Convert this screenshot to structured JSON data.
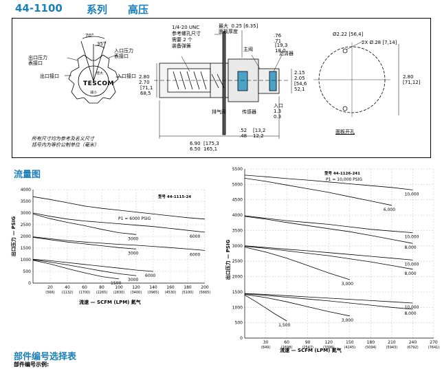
{
  "header": {
    "model": "44-1100",
    "series": "系列",
    "pressure": "高压"
  },
  "drawing": {
    "labels": {
      "angle70": "70°",
      "angle35": "35°",
      "outlet_gauge": "出口压力\n表接口",
      "inlet_gauge": "入口压力\n表接口",
      "outlet_port": "出口接口",
      "inlet_port": "入口接口",
      "increase": "增大",
      "decrease": "减小",
      "logo": "TESCOM",
      "thread": "1/4-20 UNC\n参考螺孔尺寸\n需要 2 个\n装备弹簧",
      "panel_max": "最大  0.25 [6.35]\n面板厚度",
      "main_valve": "主阀",
      "filter": "滤清器",
      "vent_valve": "排气阀",
      "sensor": "传感器",
      "inlet": "入口",
      "d222": "Ø2.22 [56,4]",
      "holes": "2X Ø.28 [7,14]",
      "panel_hole": "面板开孔",
      "d280": "2.80\n2.70",
      "d280mm": "[71,1\n68,5",
      "dim_76": ".76\n.71",
      "dim_76mm": "[19,3\n18,0",
      "dim_215": "2.15\n2.05",
      "dim_215mm": "[54,6\n52,1",
      "dim_13": "1.3\n0.3",
      "dim_52": ".52\n.48",
      "dim_52mm": "[13,2\n12,2",
      "dim_690": "6.90\n6.50",
      "dim_690mm": "[175,3\n165,1",
      "dim_280r": "2.80\n[71,12]",
      "note": "所有尺寸均为参考及名义尺寸\n括号内为等价公制单位（毫米）"
    }
  },
  "flow_section": {
    "title": "流量图"
  },
  "parts_section": {
    "title": "部件编号选择表",
    "subtitle": "部件编号示例:"
  },
  "chart_data": [
    {
      "type": "line",
      "title": "型号 44-1115-24",
      "xlabel": "流速 — SCFM (LPM) 氮气",
      "ylabel": "出口压力 — PSIG",
      "xlim": [
        0,
        200
      ],
      "ylim": [
        0,
        4000
      ],
      "x_ticks": [
        "20",
        "40",
        "60",
        "80",
        "100",
        "120",
        "140",
        "160",
        "180",
        "200"
      ],
      "x_ticks_lpm": [
        "(566)",
        "(1132)",
        "(1700)",
        "(2265)",
        "(2830)",
        "(3400)",
        "(3965)",
        "(4530)",
        "(5100)",
        "(5665)"
      ],
      "y_ticks": [
        "0",
        "500",
        "1000",
        "1500",
        "2000",
        "2500",
        "3000",
        "3500",
        "4000"
      ],
      "annotations": [
        "P1 = 6000 PSIG"
      ],
      "series": [
        {
          "name": "",
          "label": "",
          "x": [
            0,
            20,
            40,
            60,
            80,
            100,
            120,
            140,
            160,
            180,
            200
          ],
          "y": [
            3700,
            3580,
            3440,
            3300,
            3200,
            3120,
            3040,
            2960,
            2880,
            2800,
            2740
          ]
        },
        {
          "name": "",
          "label": "6000",
          "x": [
            0,
            20,
            40,
            60,
            80,
            100,
            120,
            140,
            160,
            180,
            200
          ],
          "y": [
            3000,
            2860,
            2740,
            2660,
            2600,
            2540,
            2480,
            2420,
            2340,
            2260,
            2180
          ]
        },
        {
          "name": "",
          "label": "3000",
          "x": [
            0,
            20,
            40,
            60,
            80,
            100,
            120
          ],
          "y": [
            2960,
            2760,
            2600,
            2460,
            2300,
            2160,
            2080
          ]
        },
        {
          "name": "",
          "label": "6000",
          "x": [
            0,
            20,
            40,
            60,
            80,
            100,
            120,
            140,
            160,
            180,
            200
          ],
          "y": [
            1980,
            1900,
            1820,
            1760,
            1710,
            1660,
            1620,
            1570,
            1520,
            1460,
            1400
          ]
        },
        {
          "name": "",
          "label": "3000",
          "x": [
            0,
            20,
            40,
            60,
            80,
            100,
            120
          ],
          "y": [
            1960,
            1860,
            1760,
            1680,
            1600,
            1520,
            1460
          ]
        },
        {
          "name": "",
          "label": "6000",
          "x": [
            0,
            20,
            40,
            60,
            80,
            100,
            120,
            140
          ],
          "y": [
            1020,
            960,
            880,
            800,
            720,
            640,
            560,
            500
          ]
        },
        {
          "name": "",
          "label": "3000",
          "x": [
            0,
            20,
            40,
            60,
            80,
            100,
            120
          ],
          "y": [
            1000,
            900,
            780,
            650,
            520,
            400,
            320
          ]
        },
        {
          "name": "",
          "label": "1500",
          "x": [
            0,
            20,
            40,
            60,
            80,
            100
          ],
          "y": [
            980,
            820,
            620,
            440,
            280,
            180
          ]
        }
      ]
    },
    {
      "type": "line",
      "title": "型号 44-1126-241",
      "xlabel": "流速 — SCFM (LPM) 氮气",
      "ylabel": "出口压力 — PSIG",
      "xlim": [
        0,
        270
      ],
      "ylim": [
        0,
        5500
      ],
      "x_ticks": [
        "30",
        "60",
        "90",
        "120",
        "150",
        "180",
        "210",
        "240",
        "270"
      ],
      "x_ticks_lpm": [
        "(849)",
        "(1698)",
        "(2547)",
        "(3396)",
        "(4245)",
        "(5094)",
        "(5943)",
        "(6792)",
        "(7641)"
      ],
      "y_ticks": [
        "0",
        "500",
        "1000",
        "1500",
        "2000",
        "2500",
        "3000",
        "3500",
        "4000",
        "4500",
        "5000",
        "5500"
      ],
      "annotations": [
        "P1 = 10,000 PSIG"
      ],
      "series": [
        {
          "name": "",
          "label": "10,000",
          "x": [
            0,
            30,
            60,
            90,
            120,
            150,
            180,
            210,
            240
          ],
          "y": [
            5300,
            5250,
            5190,
            5140,
            5080,
            5020,
            4960,
            4900,
            4820
          ]
        },
        {
          "name": "",
          "label": "6,000",
          "x": [
            0,
            30,
            60,
            90,
            120,
            150,
            180,
            210
          ],
          "y": [
            5200,
            5100,
            4980,
            4860,
            4740,
            4600,
            4460,
            4320
          ]
        },
        {
          "name": "",
          "label": "10,000",
          "x": [
            0,
            30,
            60,
            90,
            120,
            150,
            180,
            210,
            240
          ],
          "y": [
            3980,
            3900,
            3820,
            3760,
            3700,
            3620,
            3540,
            3480,
            3430
          ]
        },
        {
          "name": "",
          "label": "8,000",
          "x": [
            0,
            30,
            60,
            90,
            120,
            150,
            180,
            210,
            240
          ],
          "y": [
            3960,
            3870,
            3760,
            3660,
            3560,
            3460,
            3340,
            3210,
            3080
          ]
        },
        {
          "name": "",
          "label": "10,000",
          "x": [
            0,
            30,
            60,
            90,
            120,
            150,
            180,
            210,
            240
          ],
          "y": [
            3000,
            2950,
            2890,
            2840,
            2780,
            2720,
            2660,
            2600,
            2540
          ]
        },
        {
          "name": "",
          "label": "8,000",
          "x": [
            0,
            30,
            60,
            90,
            120,
            150,
            180,
            210,
            240
          ],
          "y": [
            2990,
            2920,
            2840,
            2760,
            2680,
            2580,
            2480,
            2360,
            2240
          ]
        },
        {
          "name": "",
          "label": "3,000",
          "x": [
            0,
            30,
            60,
            90,
            120,
            150
          ],
          "y": [
            2960,
            2800,
            2600,
            2360,
            2120,
            1900
          ]
        },
        {
          "name": "",
          "label": "10,000",
          "x": [
            0,
            30,
            60,
            90,
            120,
            150,
            180,
            210,
            240
          ],
          "y": [
            1450,
            1420,
            1380,
            1340,
            1300,
            1260,
            1220,
            1180,
            1140
          ]
        },
        {
          "name": "",
          "label": "8,000",
          "x": [
            0,
            30,
            60,
            90,
            120,
            150,
            180,
            210,
            240
          ],
          "y": [
            1440,
            1390,
            1330,
            1270,
            1210,
            1140,
            1070,
            1000,
            940
          ]
        },
        {
          "name": "",
          "label": "3,000",
          "x": [
            0,
            30,
            60,
            90,
            120,
            150
          ],
          "y": [
            1420,
            1320,
            1180,
            1020,
            860,
            720
          ]
        },
        {
          "name": "",
          "label": "1,500",
          "x": [
            0,
            15,
            30,
            45,
            60
          ],
          "y": [
            1400,
            1200,
            980,
            760,
            560
          ]
        }
      ]
    }
  ]
}
